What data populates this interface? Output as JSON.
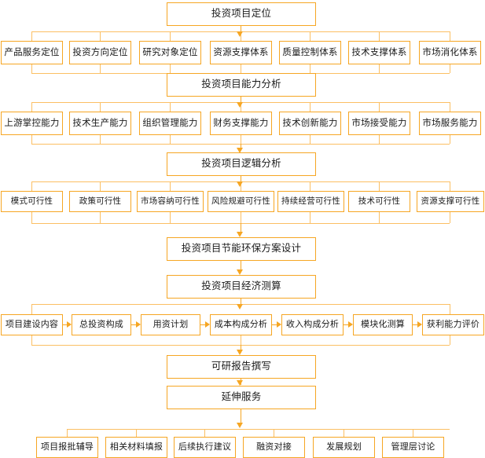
{
  "diagram": {
    "title": "投资项目定位",
    "accent_color": "#F6A623",
    "connector_color": "#FBBF63",
    "levels": [
      {
        "id": "level-1-header",
        "header": "投资项目定位",
        "items": [
          "产品服务定位",
          "投资方向定位",
          "研究对象定位",
          "资源支撑体系",
          "质量控制体系",
          "技术支撑体系",
          "市场消化体系"
        ]
      },
      {
        "id": "level-2-header",
        "header": "投资项目能力分析",
        "items": [
          "上游掌控能力",
          "技术生产能力",
          "组织管理能力",
          "财务支撑能力",
          "技术创新能力",
          "市场接受能力",
          "市场服务能力"
        ]
      },
      {
        "id": "level-3-header",
        "header": "投资项目逻辑分析",
        "items": [
          "模式可行性",
          "政策可行性",
          "市场容纳可行性",
          "风险规避可行性",
          "持续经营可行性",
          "技术可行性",
          "资源支撑可行性"
        ]
      }
    ],
    "stage_design": "投资项目节能环保方案设计",
    "stage_economic": "投资项目经济测算",
    "economic_steps": [
      "项目建设内容",
      "总投资构成",
      "用资计划",
      "成本构成分析",
      "收入构成分析",
      "模块化测算",
      "获利能力评价"
    ],
    "stage_report": "可研报告撰写",
    "stage_extended": "延伸服务",
    "extended_services": [
      "项目报批辅导",
      "相关材料填报",
      "后续执行建议",
      "融资对接",
      "发展规划",
      "管理层讨论"
    ]
  }
}
